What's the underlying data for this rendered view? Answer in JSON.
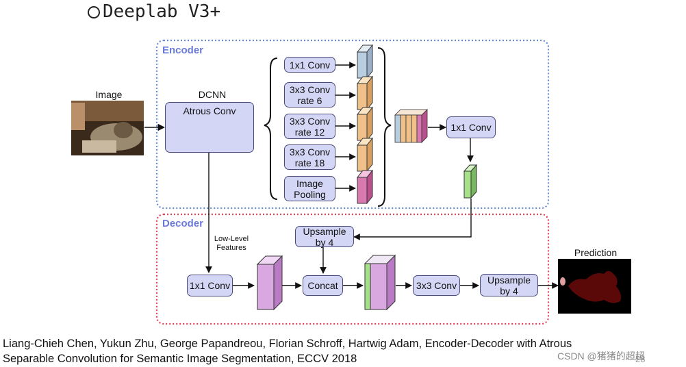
{
  "slide": {
    "title": "Deeplab V3+"
  },
  "encoder": {
    "label": "Encoder",
    "image_label": "Image",
    "dcnn_label": "DCNN",
    "atrous_conv": "Atrous Conv",
    "aspp": [
      {
        "line1": "1x1 Conv",
        "line2": ""
      },
      {
        "line1": "3x3 Conv",
        "line2": "rate 6"
      },
      {
        "line1": "3x3 Conv",
        "line2": "rate 12"
      },
      {
        "line1": "3x3 Conv",
        "line2": "rate 18"
      },
      {
        "line1": "Image",
        "line2": "Pooling"
      }
    ],
    "post_conv": "1x1 Conv"
  },
  "decoder": {
    "label": "Decoder",
    "low_level_line1": "Low-Level",
    "low_level_line2": "Features",
    "conv1x1": "1x1 Conv",
    "upsample1_line1": "Upsample",
    "upsample1_line2": "by 4",
    "concat": "Concat",
    "conv3x3": "3x3 Conv",
    "upsample2_line1": "Upsample",
    "upsample2_line2": "by 4",
    "prediction_label": "Prediction"
  },
  "colors": {
    "encoder_border": "#6a8ad0",
    "decoder_border": "#e0405a",
    "box_fill": "#d4d6f5",
    "feat_blue": "#b8cde0",
    "feat_orange": "#f0c08a",
    "feat_pink": "#d87ab0",
    "feat_green": "#a6e08a",
    "feat_lavender": "#d9a8e0"
  },
  "citation": {
    "line1": "Liang-Chieh Chen, Yukun Zhu, George Papandreou, Florian Schroff, Hartwig Adam, Encoder-Decoder with Atrous",
    "line2": "Separable Convolution for Semantic Image Segmentation, ECCV 2018"
  },
  "watermark": "CSDN @猪猪的超超",
  "page_number": "28"
}
